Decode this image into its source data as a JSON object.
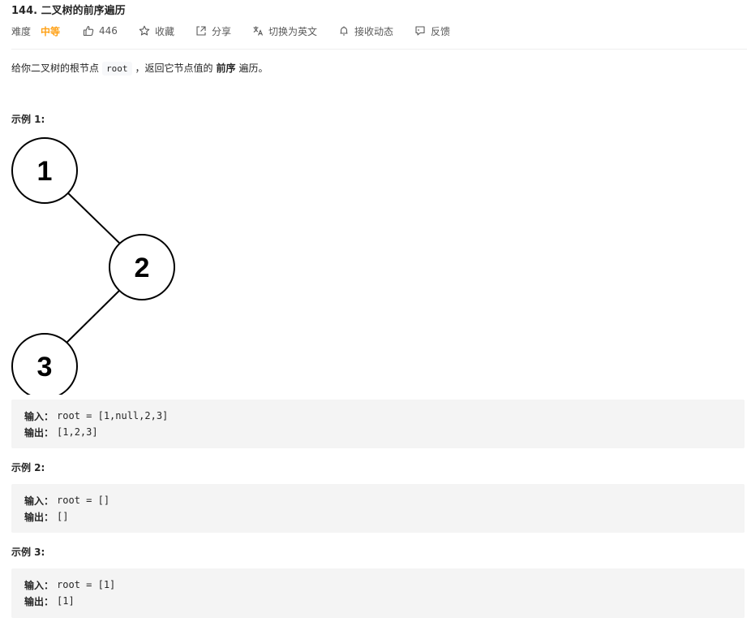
{
  "problem": {
    "number": "144.",
    "title": "二叉树的前序遍历"
  },
  "meta": {
    "difficulty_label": "难度",
    "difficulty_value": "中等",
    "likes": "446",
    "favorite_label": "收藏",
    "share_label": "分享",
    "switch_lang_label": "切换为英文",
    "notify_label": "接收动态",
    "feedback_label": "反馈",
    "difficulty_color": "#ffa116",
    "icons": [
      "thumbs-up-icon",
      "star-icon",
      "share-icon",
      "translate-icon",
      "bell-icon",
      "feedback-icon"
    ]
  },
  "description": {
    "part1": "给你二叉树的根节点",
    "code": "root",
    "part2": "，返回它节点值的",
    "bold": "前序",
    "part3": "遍历。"
  },
  "examples": [
    {
      "title": "示例 1:",
      "input_label": "输入：",
      "input_value": "root = [1,null,2,3]",
      "output_label": "输出：",
      "output_value": "[1,2,3]"
    },
    {
      "title": "示例 2:",
      "input_label": "输入：",
      "input_value": "root = []",
      "output_label": "输出：",
      "output_value": "[]"
    },
    {
      "title": "示例 3:",
      "input_label": "输入：",
      "input_value": "root = [1]",
      "output_label": "输出：",
      "output_value": "[1]"
    }
  ],
  "tree": {
    "nodes": [
      {
        "label": "1"
      },
      {
        "label": "2"
      },
      {
        "label": "3"
      }
    ]
  }
}
